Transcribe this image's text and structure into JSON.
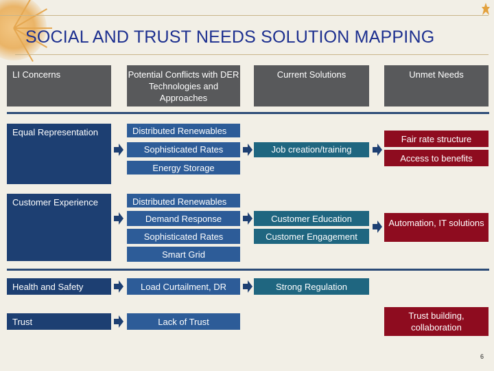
{
  "title": "SOCIAL AND TRUST NEEDS SOLUTION MAPPING",
  "page_number": "6",
  "colors": {
    "grey_header": "#58595b",
    "concern_navy": "#1d3f72",
    "conflict_blue": "#2d5c98",
    "solution_teal": "#1f6680",
    "unmet_red": "#8e0c1f",
    "title_blue": "#1c2f8f"
  },
  "headers": {
    "concerns": "LI Concerns",
    "conflicts": "Potential Conflicts with DER Technologies and Approaches",
    "solutions": "Current Solutions",
    "unmet": "Unmet Needs"
  },
  "rows": {
    "equal_rep": {
      "concern": "Equal Representation",
      "conflict_1": "Distributed Renewables",
      "conflict_2": "Sophisticated Rates",
      "conflict_3": "Energy Storage",
      "solution": "Job creation/training",
      "unmet_1": "Fair rate structure",
      "unmet_2": "Access to benefits"
    },
    "customer_exp": {
      "concern": "Customer Experience",
      "conflict_1": "Distributed Renewables",
      "conflict_2": "Demand Response",
      "conflict_3": "Sophisticated Rates",
      "conflict_4": "Smart Grid",
      "solution_1": "Customer Education",
      "solution_2": "Customer Engagement",
      "unmet": "Automation, IT solutions"
    },
    "health": {
      "concern": "Health and Safety",
      "conflict": "Load Curtailment, DR",
      "solution": "Strong Regulation"
    },
    "trust": {
      "concern": "Trust",
      "conflict": "Lack of Trust",
      "unmet": "Trust building, collaboration"
    }
  },
  "icons": [
    "arrow-right-icon",
    "logo-icon"
  ]
}
